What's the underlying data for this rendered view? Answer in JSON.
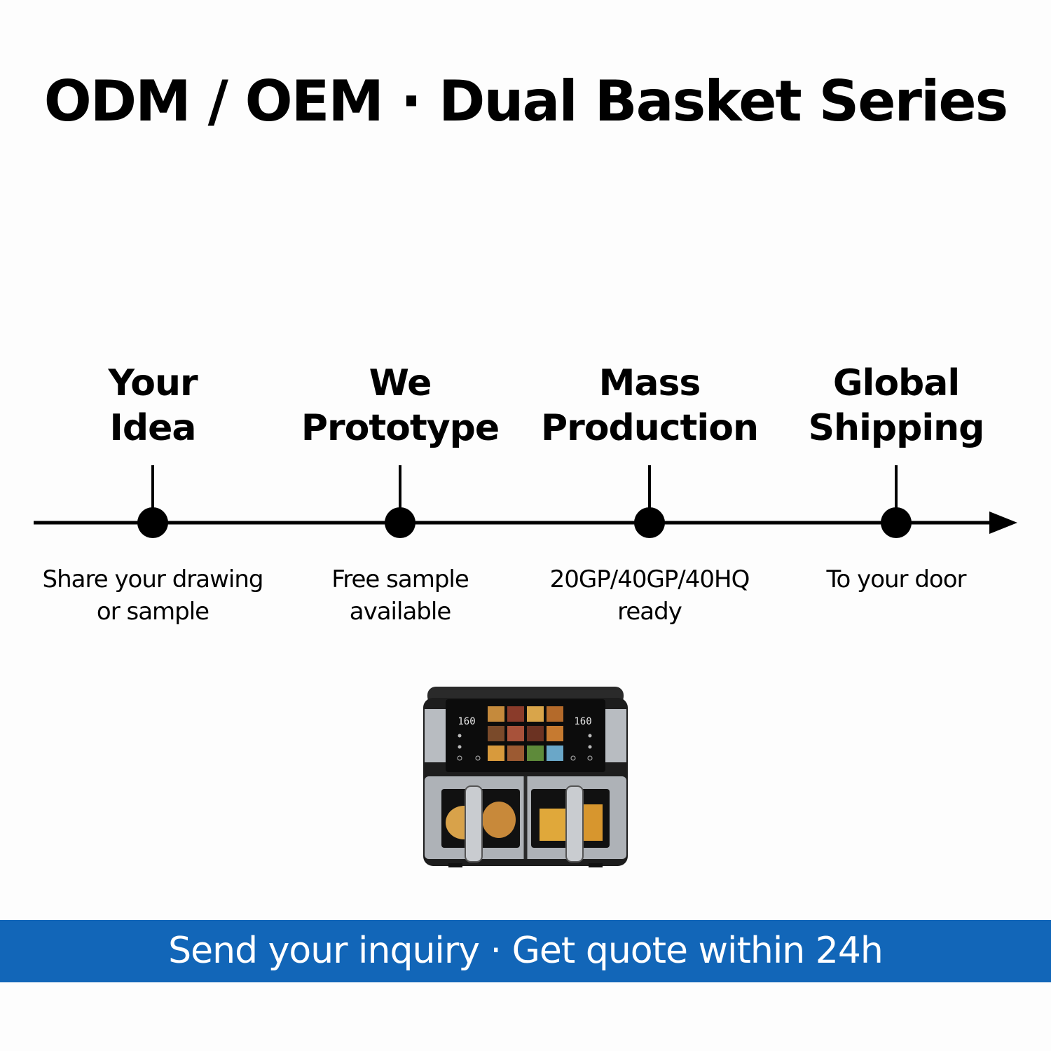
{
  "title": "ODM / OEM · Dual Basket Series",
  "timeline": {
    "steps": [
      {
        "title_line1": "Your",
        "title_line2": "Idea",
        "desc_line1": "Share your drawing",
        "desc_line2": "or sample"
      },
      {
        "title_line1": "We",
        "title_line2": "Prototype",
        "desc_line1": "Free sample",
        "desc_line2": "available"
      },
      {
        "title_line1": "Mass",
        "title_line2": "Production",
        "desc_line1": "20GP/40GP/40HQ",
        "desc_line2": "ready"
      },
      {
        "title_line1": "Global",
        "title_line2": "Shipping",
        "desc_line1": "To your door",
        "desc_line2": ""
      }
    ]
  },
  "product": {
    "icon": "dual-basket-air-fryer-icon",
    "display_left": "160",
    "display_right": "160"
  },
  "banner": {
    "text": "Send your inquiry · Get quote within 24h",
    "color": "#1266b8"
  }
}
